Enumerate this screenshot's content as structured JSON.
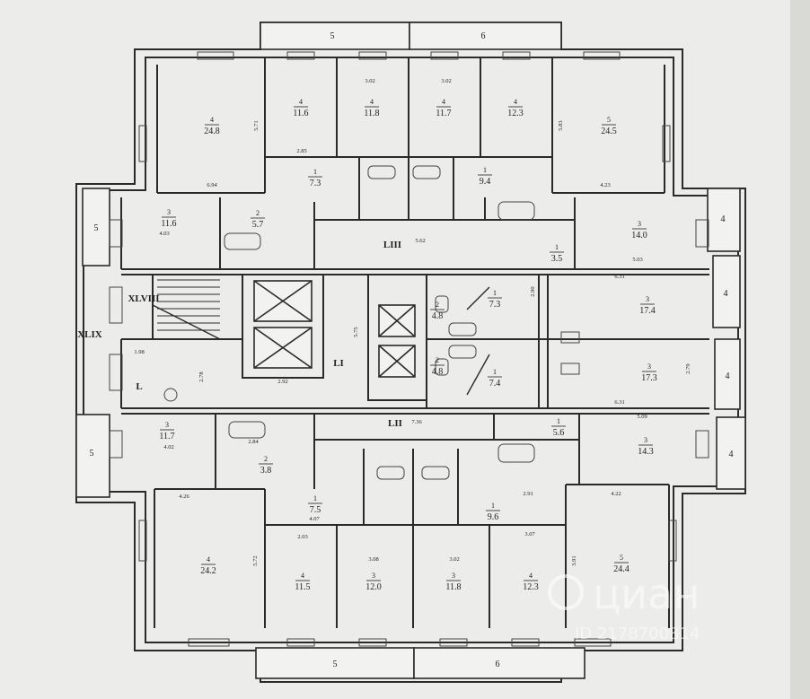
{
  "plan": {
    "room_labels": [
      {
        "id": "r-nw-big",
        "num": "4",
        "area": "24.8"
      },
      {
        "id": "r-n1",
        "num": "4",
        "area": "11.6"
      },
      {
        "id": "r-n2",
        "num": "4",
        "area": "11.8"
      },
      {
        "id": "r-n3",
        "num": "4",
        "area": "11.7"
      },
      {
        "id": "r-n4",
        "num": "4",
        "area": "12.3"
      },
      {
        "id": "r-ne-big",
        "num": "5",
        "area": "24.5"
      },
      {
        "id": "r-w-upper",
        "num": "3",
        "area": "11.6"
      },
      {
        "id": "r-e-upper",
        "num": "3",
        "area": "14.0"
      },
      {
        "id": "r-e-mid1",
        "num": "3",
        "area": "17.4"
      },
      {
        "id": "r-e-mid2",
        "num": "3",
        "area": "17.3"
      },
      {
        "id": "r-w-lower",
        "num": "3",
        "area": "11.7"
      },
      {
        "id": "r-e-lower",
        "num": "3",
        "area": "14.3"
      },
      {
        "id": "r-sw-big",
        "num": "4",
        "area": "24.2"
      },
      {
        "id": "r-s1",
        "num": "4",
        "area": "11.5"
      },
      {
        "id": "r-s2",
        "num": "3",
        "area": "12.0"
      },
      {
        "id": "r-s3",
        "num": "3",
        "area": "11.8"
      },
      {
        "id": "r-s4",
        "num": "4",
        "area": "12.3"
      },
      {
        "id": "r-se-big",
        "num": "5",
        "area": "24.4"
      },
      {
        "id": "r-hall-n1",
        "num": "1",
        "area": "7.3"
      },
      {
        "id": "r-hall-n2",
        "num": "1",
        "area": "9.4"
      },
      {
        "id": "r-hall-s1",
        "num": "1",
        "area": "7.5"
      },
      {
        "id": "r-hall-s2",
        "num": "1",
        "area": "9.6"
      },
      {
        "id": "r-bath-n1",
        "num": "2",
        "area": "5.7"
      },
      {
        "id": "r-bath-n2",
        "num": "1",
        "area": "3.5"
      },
      {
        "id": "r-bath-s1",
        "num": "1",
        "area": "5.6"
      },
      {
        "id": "r-bath-s2",
        "num": "2",
        "area": "3.8"
      },
      {
        "id": "r-core-e1",
        "num": "1",
        "area": "7.3"
      },
      {
        "id": "r-core-e2",
        "num": "1",
        "area": "7.4"
      },
      {
        "id": "r-wc-e1",
        "num": "2",
        "area": "4.8"
      },
      {
        "id": "r-wc-e2",
        "num": "2",
        "area": "4.8"
      }
    ],
    "corridor_labels": [
      {
        "id": "c-upper",
        "text": "LIII"
      },
      {
        "id": "c-mid",
        "text": "LI"
      },
      {
        "id": "c-lower",
        "text": "LII"
      },
      {
        "id": "c-stair",
        "text": "XLVIII"
      },
      {
        "id": "c-west",
        "text": "XLIX"
      },
      {
        "id": "c-l",
        "text": "L"
      }
    ],
    "balcony_labels": [
      {
        "id": "b-top-left",
        "text": "5"
      },
      {
        "id": "b-top-right",
        "text": "6"
      },
      {
        "id": "b-bottom-left",
        "text": "5"
      },
      {
        "id": "b-bottom-right",
        "text": "6"
      },
      {
        "id": "b-left-upper",
        "text": "5"
      },
      {
        "id": "b-left-lower",
        "text": "5"
      },
      {
        "id": "b-right-1",
        "text": "4"
      },
      {
        "id": "b-right-2",
        "text": "4"
      },
      {
        "id": "b-right-3",
        "text": "4"
      },
      {
        "id": "b-right-4",
        "text": "4"
      }
    ],
    "dimension_labels": [
      {
        "id": "d1",
        "text": "3.02"
      },
      {
        "id": "d2",
        "text": "3.02"
      },
      {
        "id": "d3",
        "text": "5.71"
      },
      {
        "id": "d4",
        "text": "5.83"
      },
      {
        "id": "d5",
        "text": "6.94"
      },
      {
        "id": "d6",
        "text": "4.23"
      },
      {
        "id": "d7",
        "text": "4.03"
      },
      {
        "id": "d8",
        "text": "5.03"
      },
      {
        "id": "d9",
        "text": "2.85"
      },
      {
        "id": "d10",
        "text": "5.62"
      },
      {
        "id": "d11",
        "text": "6.31"
      },
      {
        "id": "d12",
        "text": "6.31"
      },
      {
        "id": "d13",
        "text": "5.75"
      },
      {
        "id": "d14",
        "text": "2.92"
      },
      {
        "id": "d15",
        "text": "7.36"
      },
      {
        "id": "d16",
        "text": "5.09"
      },
      {
        "id": "d17",
        "text": "4.02"
      },
      {
        "id": "d18",
        "text": "4.26"
      },
      {
        "id": "d19",
        "text": "4.07"
      },
      {
        "id": "d20",
        "text": "4.22"
      },
      {
        "id": "d21",
        "text": "3.08"
      },
      {
        "id": "d22",
        "text": "3.02"
      },
      {
        "id": "d23",
        "text": "3.07"
      },
      {
        "id": "d24",
        "text": "5.72"
      },
      {
        "id": "d25",
        "text": "3.91"
      },
      {
        "id": "d26",
        "text": "2.78"
      },
      {
        "id": "d27",
        "text": "2.90"
      },
      {
        "id": "d28",
        "text": "2.79"
      },
      {
        "id": "d29",
        "text": "2.84"
      },
      {
        "id": "d30",
        "text": "2.91"
      },
      {
        "id": "d31",
        "text": "1.98"
      },
      {
        "id": "d32",
        "text": "2.03"
      }
    ],
    "watermark": "циан",
    "watermark_id": "ID 2178700814",
    "colors": {
      "paper": "#f4f4f2",
      "wall": "#2a2a2a",
      "hatch": "#555555",
      "watermark": "#ffffff"
    }
  }
}
